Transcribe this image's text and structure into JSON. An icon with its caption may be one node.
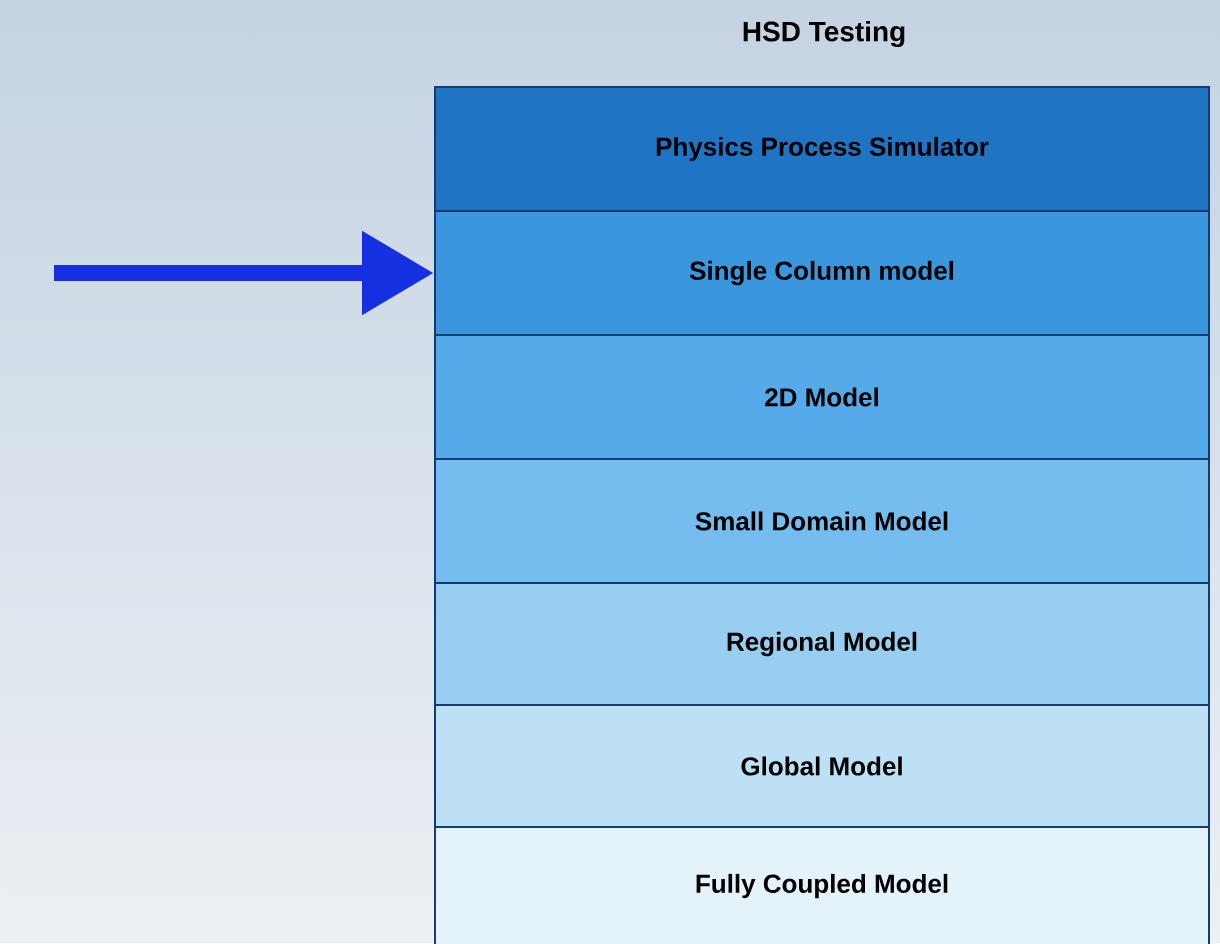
{
  "diagram": {
    "title": "HSD Testing",
    "nodes": [
      {
        "text": [
          "Physics Process Simulator"
        ]
      },
      {
        "text": [
          "Single Column model"
        ]
      },
      {
        "text": [
          "2D Model"
        ]
      },
      {
        "text": [
          "Small Domain Model"
        ]
      },
      {
        "text": [
          "Regional Model"
        ]
      },
      {
        "text": [
          "Global Model"
        ]
      },
      {
        "text": [
          "Fully Coupled Model"
        ]
      }
    ],
    "edges": [
      {
        "from": null,
        "to": 1,
        "arrow": "to",
        "color": "#1530e0"
      }
    ]
  }
}
